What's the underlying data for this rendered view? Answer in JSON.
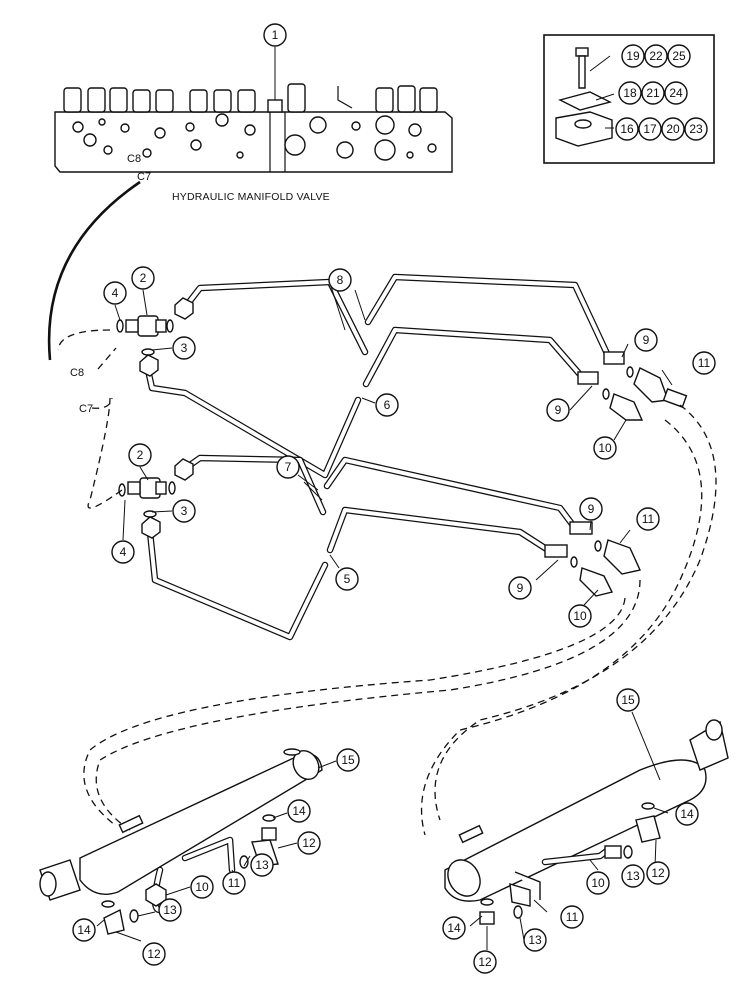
{
  "title": "HYDRAULIC MANIFOLD VALVE",
  "port_labels": {
    "c8_top": "C8",
    "c7_top": "C7",
    "c8_left": "C8",
    "c7_left": "C7"
  },
  "callouts": {
    "c1": "1",
    "c2a": "2",
    "c2b": "2",
    "c3a": "3",
    "c3b": "3",
    "c4a": "4",
    "c4b": "4",
    "c5": "5",
    "c6": "6",
    "c7": "7",
    "c8": "8",
    "c9a": "9",
    "c9b": "9",
    "c9c": "9",
    "c9d": "9",
    "c10a": "10",
    "c10b": "10",
    "c10c": "10",
    "c10d": "10",
    "c11a": "11",
    "c11b": "11",
    "c11c": "11",
    "c11d": "11",
    "c12a": "12",
    "c12b": "12",
    "c12c": "12",
    "c12d": "12",
    "c13a": "13",
    "c13b": "13",
    "c13c": "13",
    "c13d": "13",
    "c14a": "14",
    "c14b": "14",
    "c14c": "14",
    "c14d": "14",
    "c15a": "15",
    "c15b": "15"
  },
  "inset_callouts": {
    "i16": "16",
    "i17": "17",
    "i18": "18",
    "i19": "19",
    "i20": "20",
    "i21": "21",
    "i22": "22",
    "i23": "23",
    "i24": "24",
    "i25": "25"
  }
}
